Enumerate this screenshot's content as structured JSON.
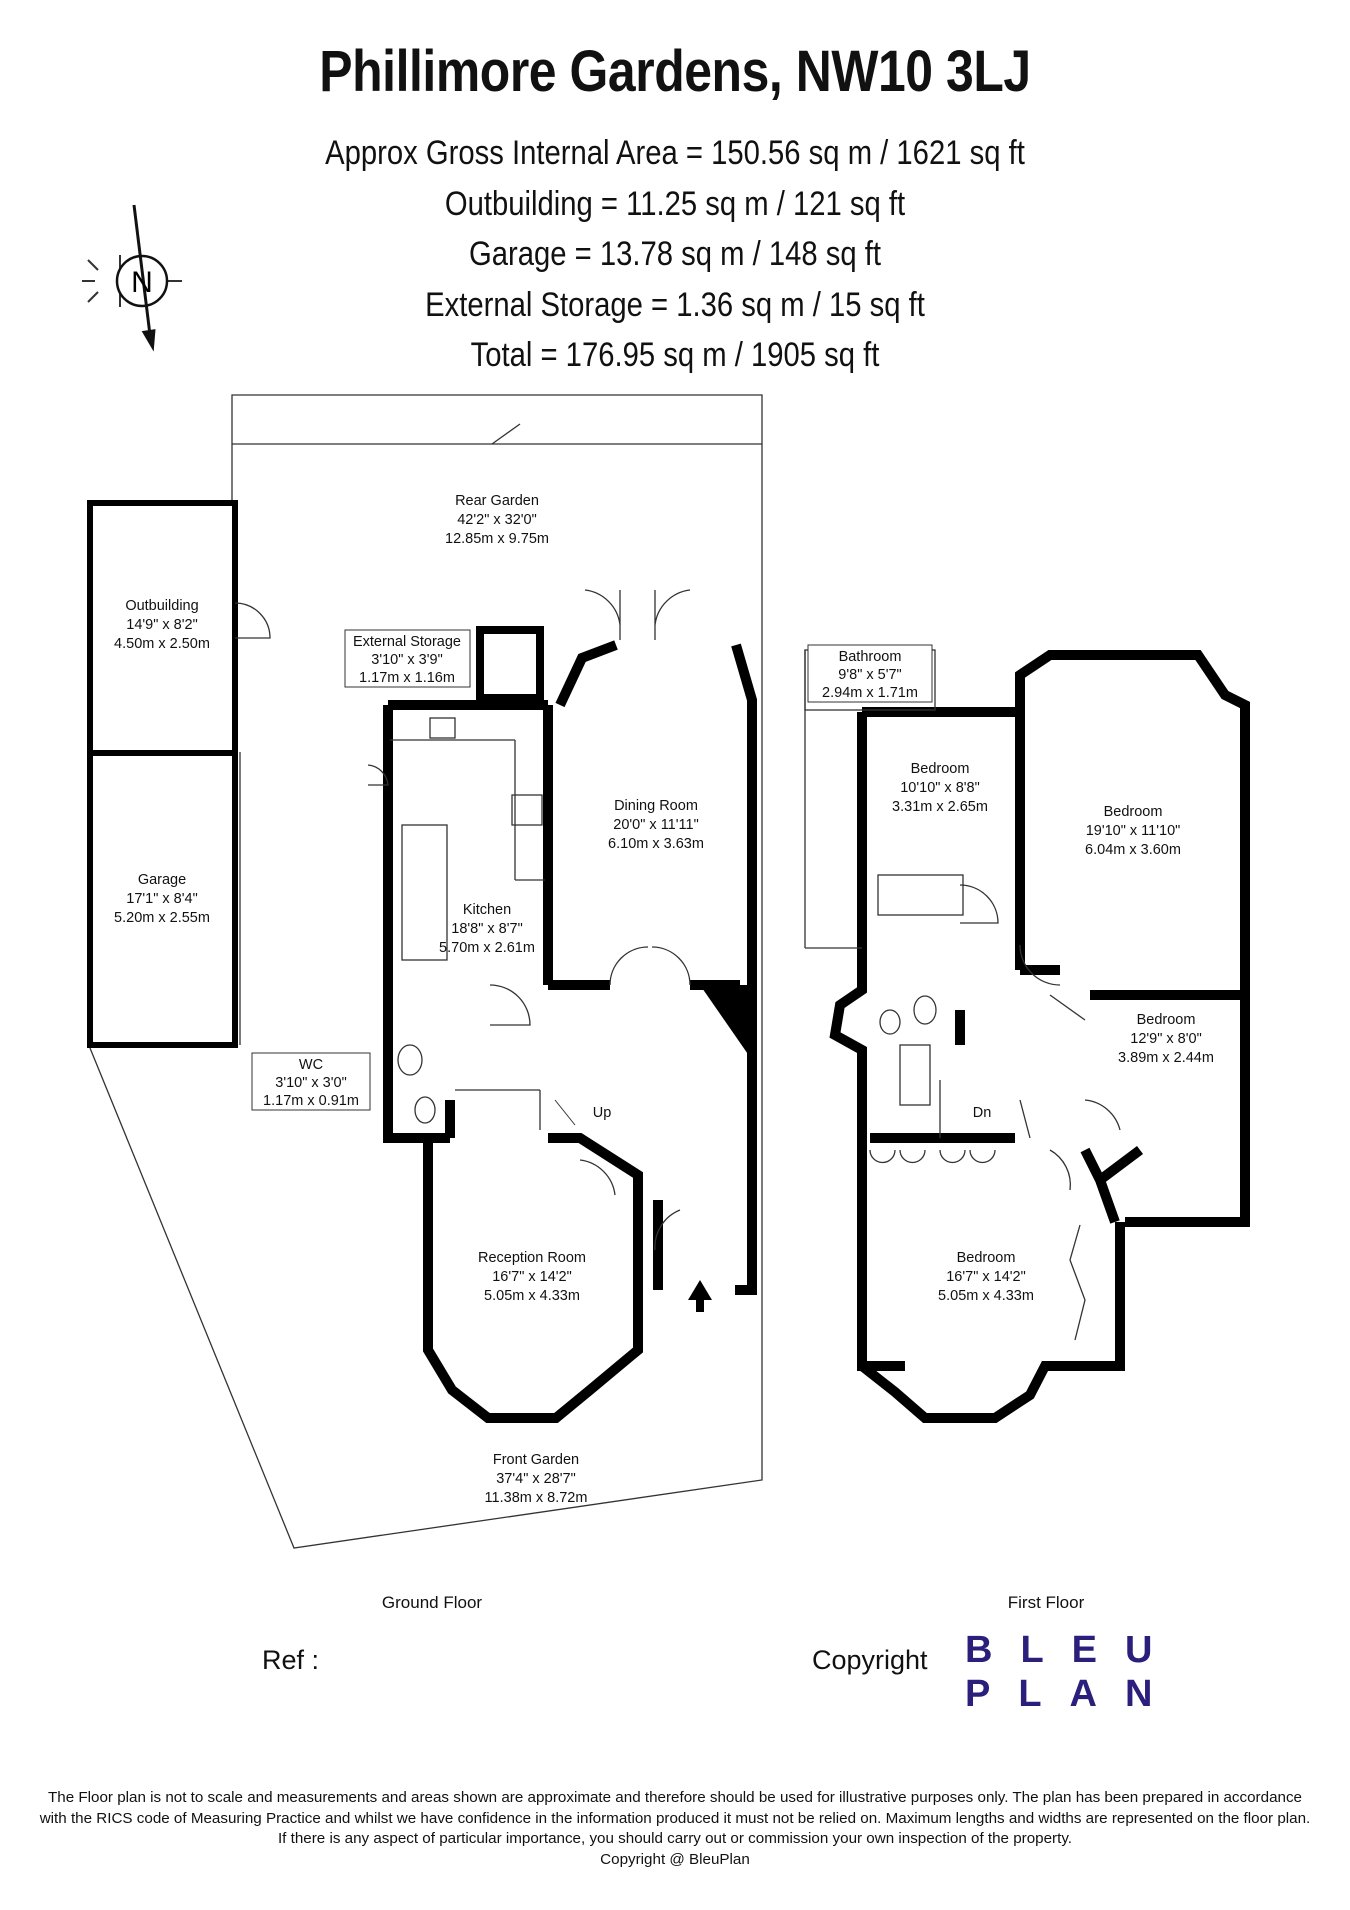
{
  "header": {
    "title": "Phillimore Gardens, NW10 3LJ",
    "areas": [
      "Approx Gross Internal Area = 150.56 sq m / 1621 sq ft",
      "Outbuilding = 11.25 sq m / 121 sq ft",
      "Garage = 13.78 sq m / 148 sq ft",
      "External Storage = 1.36 sq m / 15 sq ft",
      "Total = 176.95 sq m / 1905 sq ft"
    ]
  },
  "compass": {
    "letter": "N"
  },
  "ground_floor": {
    "label": "Ground Floor",
    "rooms": {
      "rear_garden": [
        "Rear Garden",
        "42'2\" x 32'0\"",
        "12.85m x 9.75m"
      ],
      "outbuilding": [
        "Outbuilding",
        "14'9\" x 8'2\"",
        "4.50m x 2.50m"
      ],
      "external_storage": [
        "External Storage",
        "3'10\" x 3'9\"",
        "1.17m x 1.16m"
      ],
      "garage": [
        "Garage",
        "17'1\" x 8'4\"",
        "5.20m x 2.55m"
      ],
      "dining_room": [
        "Dining Room",
        "20'0\" x 11'11\"",
        "6.10m x 3.63m"
      ],
      "kitchen": [
        "Kitchen",
        "18'8\" x 8'7\"",
        "5.70m x 2.61m"
      ],
      "wc": [
        "WC",
        "3'10\" x 3'0\"",
        "1.17m x 0.91m"
      ],
      "reception_room": [
        "Reception Room",
        "16'7\" x 14'2\"",
        "5.05m x 4.33m"
      ],
      "front_garden": [
        "Front Garden",
        "37'4\" x 28'7\"",
        "11.38m x 8.72m"
      ]
    },
    "stairs": "Up"
  },
  "first_floor": {
    "label": "First Floor",
    "rooms": {
      "bathroom": [
        "Bathroom",
        "9'8\" x 5'7\"",
        "2.94m x 1.71m"
      ],
      "bedroom_2": [
        "Bedroom",
        "10'10\" x 8'8\"",
        "3.31m x 2.65m"
      ],
      "bedroom_1": [
        "Bedroom",
        "19'10\" x 11'10\"",
        "6.04m x 3.60m"
      ],
      "bedroom_4": [
        "Bedroom",
        "12'9\" x 8'0\"",
        "3.89m x 2.44m"
      ],
      "bedroom_3": [
        "Bedroom",
        "16'7\" x 14'2\"",
        "5.05m x 4.33m"
      ]
    },
    "stairs": "Dn"
  },
  "footer": {
    "ref": "Ref  :",
    "copyright": "Copyright",
    "logo": [
      "BLEU",
      "PLAN"
    ],
    "disclaimer": [
      "The Floor plan is not to scale and measurements and areas shown are approximate and therefore should be used for illustrative purposes only. The plan has been prepared in accordance",
      "with the RICS code of Measuring Practice and whilst we have confidence in the information produced it must not be relied on. Maximum lengths and widths are represented on the floor plan.",
      "If there is any aspect of particular importance, you should carry out or commission your own inspection of the property.",
      "Copyright @ BleuPlan"
    ]
  },
  "colors": {
    "wall": "#000000",
    "logo": "#2a1f7a",
    "line": "#333333"
  }
}
